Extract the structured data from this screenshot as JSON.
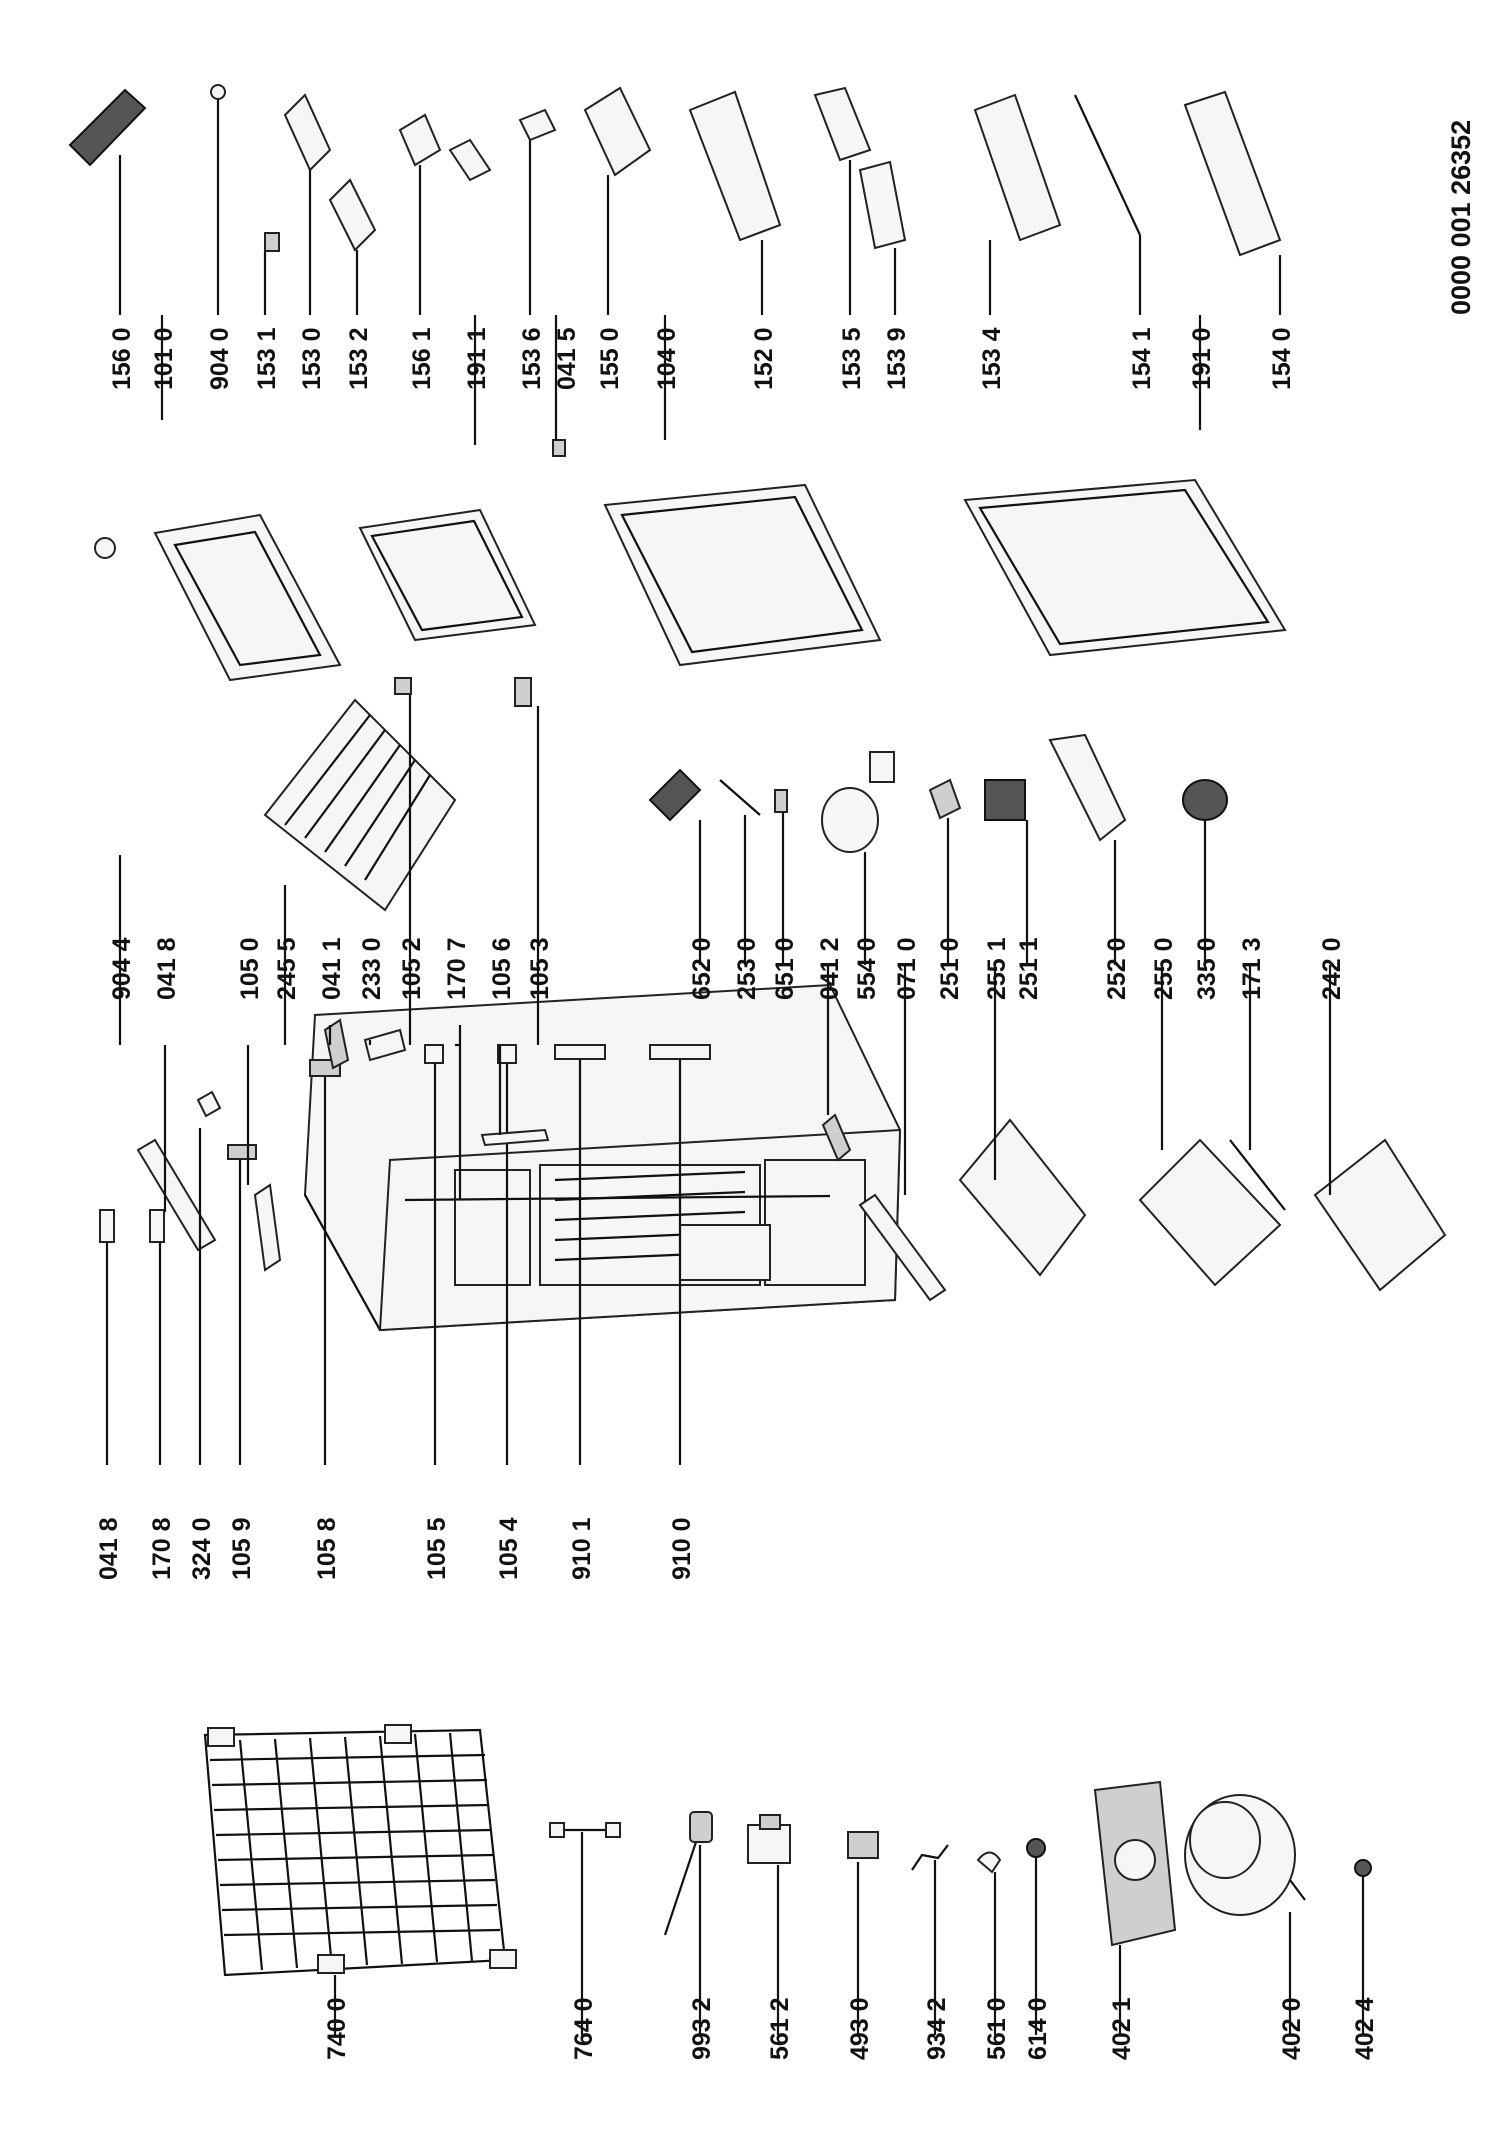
{
  "document_number": "0000 001 26352",
  "columns": {
    "left": [
      "740 0",
      "764 0",
      "993 2",
      "561 2",
      "493 0",
      "934 2",
      "561 0",
      "614 0",
      "402 1",
      "402 0",
      "402 4"
    ],
    "cabinet_left": [
      "041 8",
      "170 8",
      "324 0",
      "105 9",
      "105 8",
      "105 5",
      "105 4",
      "910 1",
      "910 0"
    ],
    "center": [
      "904 4",
      "041 8",
      "105 0",
      "245 5",
      "041 1",
      "233 0",
      "105 2",
      "170 7",
      "105 6",
      "105 3",
      "652 0",
      "253 0",
      "651 0",
      "041 2",
      "554 0",
      "071 0",
      "251 0",
      "255 1",
      "251 1",
      "252 0",
      "255 0",
      "335 0",
      "171 3",
      "242 0"
    ],
    "right": [
      "156 0",
      "101 0",
      "904 0",
      "153 1",
      "153 0",
      "153 2",
      "156 1",
      "191 1",
      "153 6",
      "041 5",
      "155 0",
      "104 0",
      "152 0",
      "153 5",
      "153 9",
      "153 4",
      "154 1",
      "191 0",
      "154 0"
    ]
  }
}
